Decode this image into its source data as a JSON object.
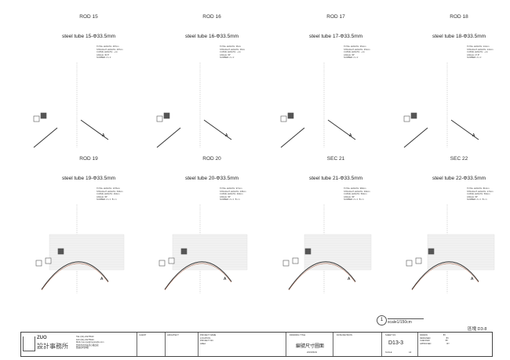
{
  "panels": [
    {
      "rod": "ROD 15",
      "tube": "steel tube 15-Φ33.5mm",
      "spec": [
        "TOTAL LENGTH: 487cm",
        "STRAIGHT LENGTH: 487cm",
        "CURVE LENGTH: --cm",
        "ANGLE: 45.5°",
        "NUMBER: A x 2"
      ]
    },
    {
      "rod": "ROD 16",
      "tube": "steel tube 16-Φ33.5mm",
      "spec": [
        "TOTAL LENGTH: 35cm",
        "STRAIGHT LENGTH: 35cm",
        "CURVE LENGTH: --cm",
        "ANGLE: 35°",
        "NUMBER: A x 2"
      ]
    },
    {
      "rod": "ROD 17",
      "tube": "steel tube 17-Φ33.5mm",
      "spec": [
        "TOTAL LENGTH: 351cm",
        "STRAIGHT LENGTH: 351cm",
        "CURVE LENGTH: --cm",
        "ANGLE: 35°",
        "NUMBER: A x 2"
      ]
    },
    {
      "rod": "ROD 18",
      "tube": "steel tube 18-Φ33.5mm",
      "spec": [
        "TOTAL LENGTH: 241cm",
        "STRAIGHT LENGTH: 241cm",
        "CURVE LENGTH: --cm",
        "ANGLE: 27.8°",
        "NUMBER: A x 2"
      ]
    },
    {
      "rod": "ROD 19",
      "tube": "steel tube 19-Φ33.5mm",
      "spec": [
        "TOTAL LENGTH: 1076cm",
        "STRAIGHT LENGTH: 536cm",
        "CURVE LENGTH: 494cm",
        "ANGLE: 35°",
        "NUMBER: A x 1  B x 1"
      ]
    },
    {
      "rod": "ROD 20",
      "tube": "steel tube 20-Φ33.5mm",
      "spec": [
        "TOTAL LENGTH: 971cm",
        "STRAIGHT LENGTH: 435cm",
        "CURVE LENGTH: 494cm",
        "ANGLE: 35°",
        "NUMBER: A x 1  B x 1"
      ]
    },
    {
      "rod": "SEC 21",
      "tube": "steel tube 21-Φ33.5mm",
      "spec": [
        "TOTAL LENGTH: 984cm",
        "STRAIGHT LENGTH: 392cm",
        "CURVE LENGTH: 592cm",
        "ANGLE: 35°",
        "NUMBER: A x 1  B x 1"
      ]
    },
    {
      "rod": "SEC 22",
      "tube": "steel tube 22-Φ33.5mm",
      "spec": [
        "TOTAL LENGTH: 812cm",
        "STRAIGHT LENGTH: 274cm",
        "CURVE LENGTH: 592cm",
        "ANGLE: 35°",
        "NUMBER: A x 1  B x 1"
      ]
    }
  ],
  "scale": {
    "number": "1",
    "text": "scale1/150cm"
  },
  "sheet_ref": "區塊 D3-8",
  "titleblock": {
    "logo_name": "ZUO",
    "logo_sub": "設計事務所",
    "contact": [
      "TEL:(04)-23275620",
      "FAX:(04)-23275620",
      "MAIL:zuo-zuo@zuostudio.com",
      "台中市北屯區文心路四段",
      "舊路段5號4樓"
    ],
    "client": "CLIENT",
    "architect": "ARCHITECT",
    "project": [
      "PROJECT NAME",
      "LOCATION",
      "PROJECT NO.",
      "AREA"
    ],
    "drawing_title_label": "DRAWING TITLE",
    "drawing_title": "編號尺寸圖面",
    "date": "2015/06/03",
    "revision_label": "DATE REVISION",
    "sheet_no_label": "SHEET NO.",
    "sheet_no": "D13-3",
    "scale_label": "SCALE",
    "scale_value": "A3",
    "drawn": [
      "DRAWN",
      "BY",
      "DESIGNED",
      "BY",
      "CHECKED",
      "BY",
      "APPROVED",
      "BY"
    ]
  }
}
